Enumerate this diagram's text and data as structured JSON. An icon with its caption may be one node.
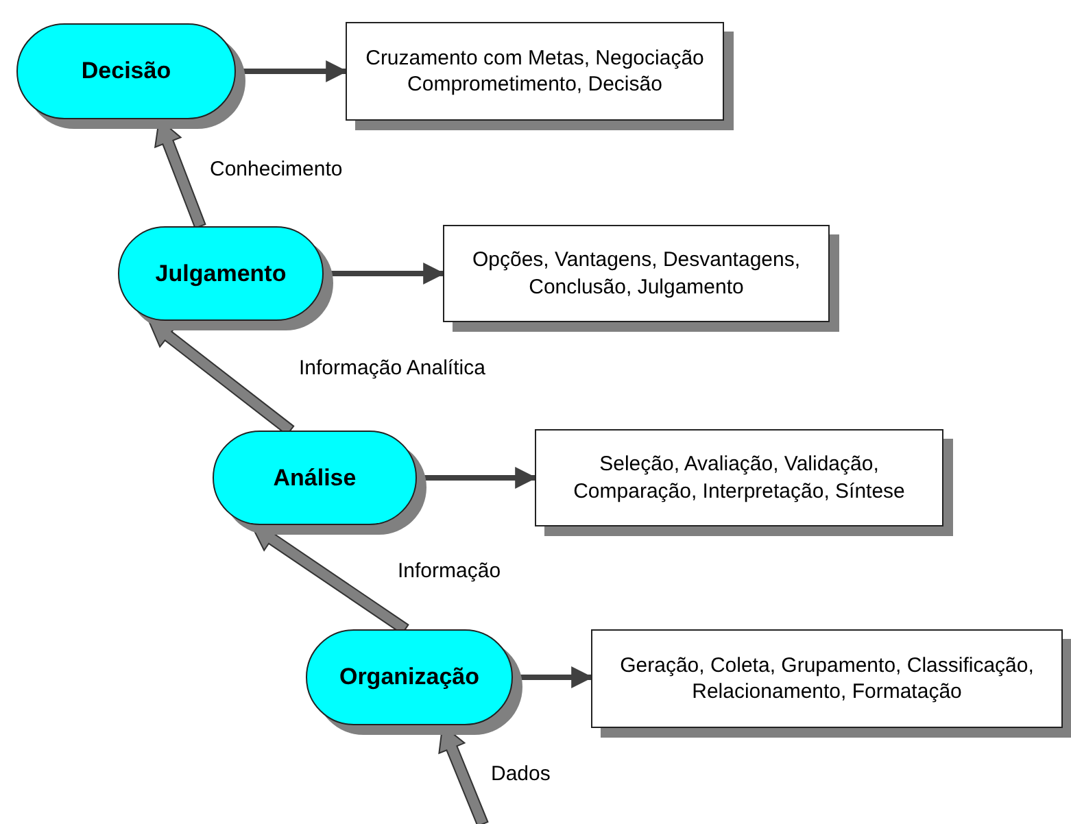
{
  "diagram": {
    "nodes": [
      {
        "text": [
          "Decisão"
        ]
      },
      {
        "text": [
          "Cruzamento com Metas, Negociação Comprometimento, Decisão"
        ]
      },
      {
        "text": [
          "Julgamento"
        ]
      },
      {
        "text": [
          "Opções, Vantagens, Desvantagens, Conclusão, Julgamento"
        ]
      },
      {
        "text": [
          "Análise"
        ]
      },
      {
        "text": [
          "Seleção, Avaliação, Validação, Comparação, Interpretação, Síntese"
        ]
      },
      {
        "text": [
          "Organização"
        ]
      },
      {
        "text": [
          "Geração, Coleta, Grupamento, Classificação, Relacionamento, Formatação"
        ]
      }
    ],
    "edges": [
      {
        "from": 0,
        "to": 1,
        "arrow": "to"
      },
      {
        "from": 2,
        "to": 0,
        "arrow": "to",
        "label": "Conhecimento",
        "style": "thick",
        "color": "#808080"
      },
      {
        "from": 2,
        "to": 3,
        "arrow": "to"
      },
      {
        "from": 4,
        "to": 2,
        "arrow": "to",
        "label": "Informação Analítica",
        "style": "thick",
        "color": "#808080"
      },
      {
        "from": 4,
        "to": 5,
        "arrow": "to"
      },
      {
        "from": 6,
        "to": 4,
        "arrow": "to",
        "label": "Informação",
        "style": "thick",
        "color": "#808080"
      },
      {
        "from": 6,
        "to": 7,
        "arrow": "to"
      },
      {
        "from": null,
        "to": 6,
        "arrow": "to",
        "label": "Dados",
        "style": "thick",
        "color": "#808080"
      }
    ]
  }
}
